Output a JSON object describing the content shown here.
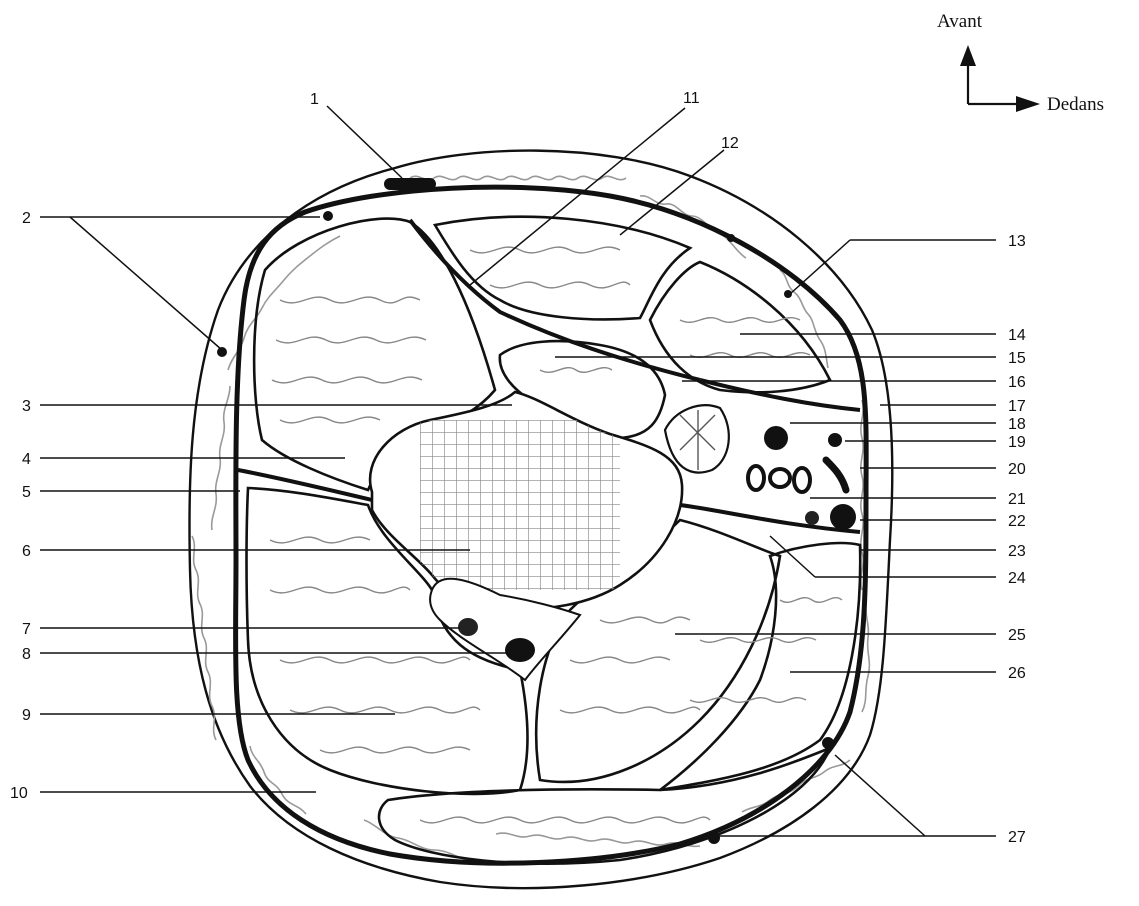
{
  "orientation": {
    "up_label": "Avant",
    "right_label": "Dedans"
  },
  "labels": {
    "l1": "1",
    "l2": "2",
    "l3": "3",
    "l4": "4",
    "l5": "5",
    "l6": "6",
    "l7": "7",
    "l8": "8",
    "l9": "9",
    "l10": "10",
    "l11": "11",
    "l12": "12",
    "l13": "13",
    "l14": "14",
    "l15": "15",
    "l16": "16",
    "l17": "17",
    "l18": "18",
    "l19": "19",
    "l20": "20",
    "l21": "21",
    "l22": "22",
    "l23": "23",
    "l24": "24",
    "l25": "25",
    "l26": "26",
    "l27": "27"
  }
}
